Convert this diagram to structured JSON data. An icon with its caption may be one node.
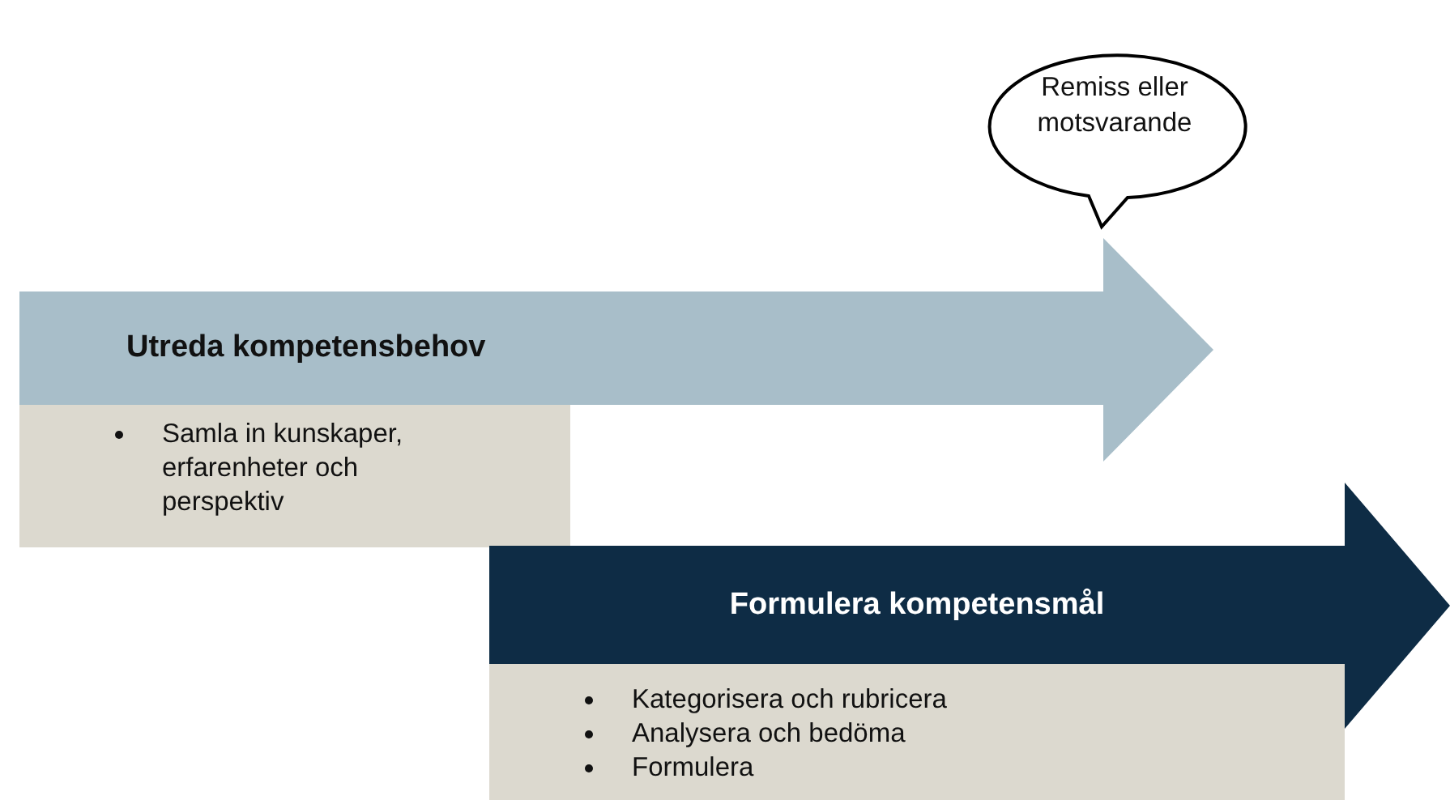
{
  "diagram": {
    "nodes": [
      {
        "text": [
          "Utreda kompetensbehov"
        ]
      },
      {
        "text": [
          "Samla in kunskaper, erfarenheter och perspektiv"
        ]
      },
      {
        "text": [
          "Formulera kompetensmål"
        ]
      },
      {
        "text": [
          "Kategorisera och rubricera",
          "Analysera och bedöma",
          "Formulera"
        ]
      },
      {
        "text": [
          "Remiss eller motsvarande"
        ]
      }
    ]
  }
}
